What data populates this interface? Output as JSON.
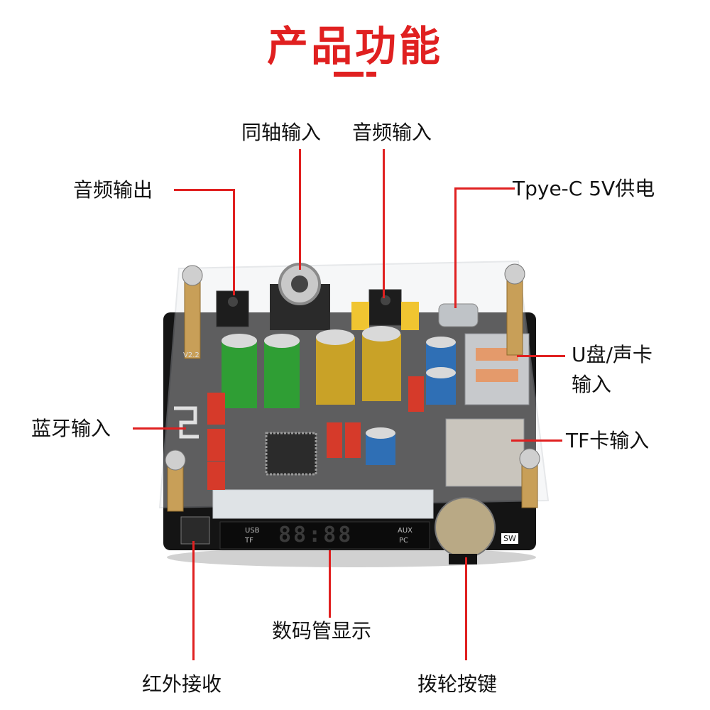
{
  "title": "产品功能",
  "accent_color": "#e02020",
  "labels": {
    "coaxial_in": "同轴输入",
    "audio_in": "音频输入",
    "audio_out": "音频输出",
    "typec_power": "Tpye-C 5V供电",
    "usb_soundcard_line1": "U盘/声卡",
    "usb_soundcard_line2": "输入",
    "bluetooth_in": "蓝牙输入",
    "tf_in": "TF卡输入",
    "segment_display": "数码管显示",
    "ir_receiver": "红外接收",
    "dial_button": "拨轮按键"
  },
  "board_silkscreen": {
    "version": "V2.2",
    "display_mode_left_top": "USB",
    "display_mode_left_bottom": "TF",
    "display_mode_right_top": "AUX",
    "display_mode_right_bottom": "PC",
    "digits": "88:88",
    "switch": "SW"
  }
}
